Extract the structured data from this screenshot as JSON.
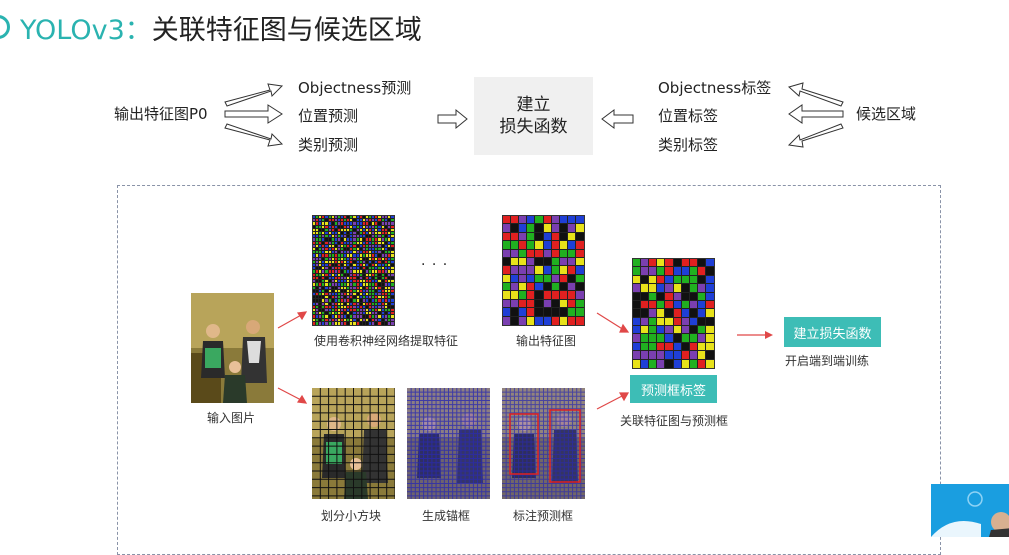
{
  "title": {
    "prefix": "YOLOv3",
    "separator": "：",
    "main": "关联特征图与候选区域"
  },
  "flow": {
    "input_label": "输出特征图P0",
    "predictions": [
      "Objectness预测",
      "位置预测",
      "类别预测"
    ],
    "loss_box": {
      "line1": "建立",
      "line2": "损失函数"
    },
    "labels": [
      "Objectness标签",
      "位置标签",
      "类别标签"
    ],
    "candidate_label": "候选区域"
  },
  "pipeline": {
    "input_image_caption": "输入图片",
    "conv_caption": "使用卷积神经网络提取特征",
    "ellipsis": "· · ·",
    "output_caption": "输出特征图",
    "grid_caption": "划分小方块",
    "anchor_caption": "生成锚框",
    "label_caption": "标注预测框",
    "pred_label_button": "预测框标签",
    "assoc_caption": "关联特征图与预测框",
    "loss_button": "建立损失函数",
    "e2e_caption": "开启端到端训练"
  },
  "colors": {
    "accent": "#2ab3b0",
    "teal_button": "#3dbdb6",
    "arrow_red": "#e04848",
    "mosaic": [
      "#e8e21a",
      "#e02020",
      "#1f3fd6",
      "#20b020",
      "#111111",
      "#7a3fb0"
    ]
  }
}
